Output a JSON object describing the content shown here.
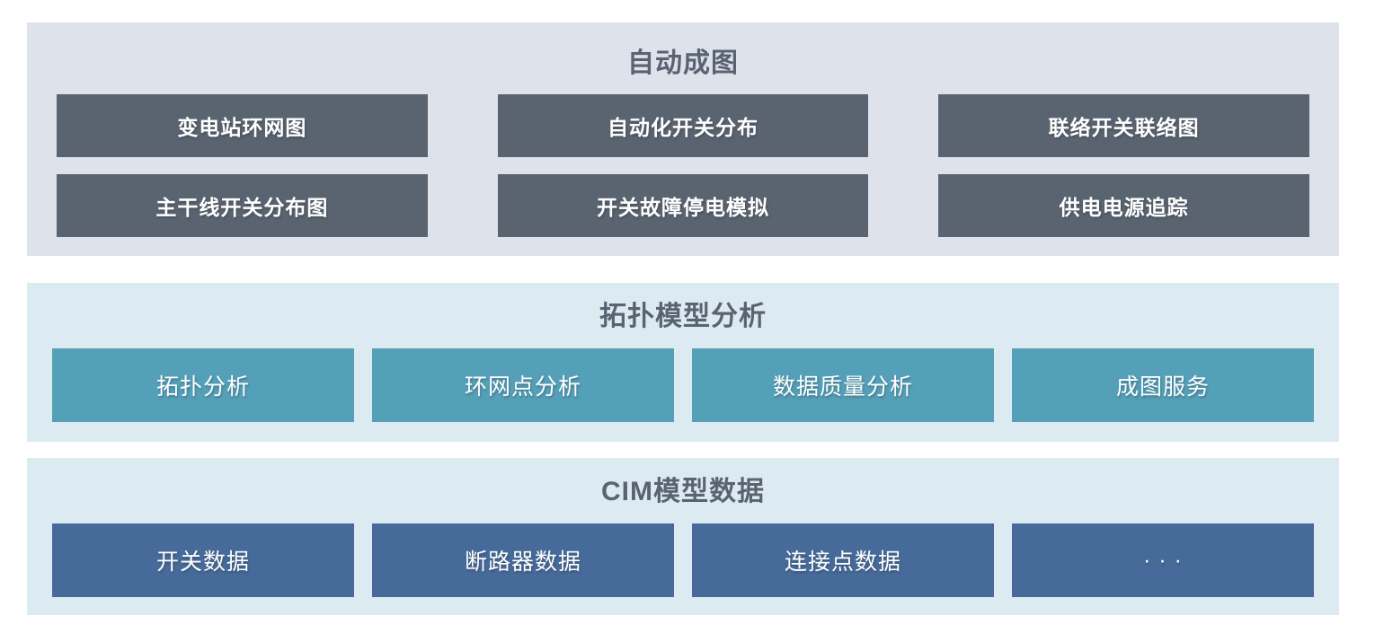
{
  "colors": {
    "page_background": "#ffffff",
    "auto_mapping_background": "#dee2ea",
    "auto_mapping_block": "#5a6470",
    "light_blue_background": "#dcebf2",
    "topology_block": "#54a0b8",
    "cim_block": "#466b9a",
    "title_text": "#5a6372",
    "block_text": "#ffffff"
  },
  "sections": {
    "auto_mapping": {
      "title": "自动成图",
      "items": [
        "变电站环网图",
        "自动化开关分布",
        "联络开关联络图",
        "主干线开关分布图",
        "开关故障停电模拟",
        "供电电源追踪"
      ]
    },
    "topology_analysis": {
      "title": "拓扑模型分析",
      "items": [
        "拓扑分析",
        "环网点分析",
        "数据质量分析",
        "成图服务"
      ]
    },
    "cim_data": {
      "title": "CIM模型数据",
      "items": [
        "开关数据",
        "断路器数据",
        "连接点数据",
        "· · ·"
      ]
    }
  }
}
